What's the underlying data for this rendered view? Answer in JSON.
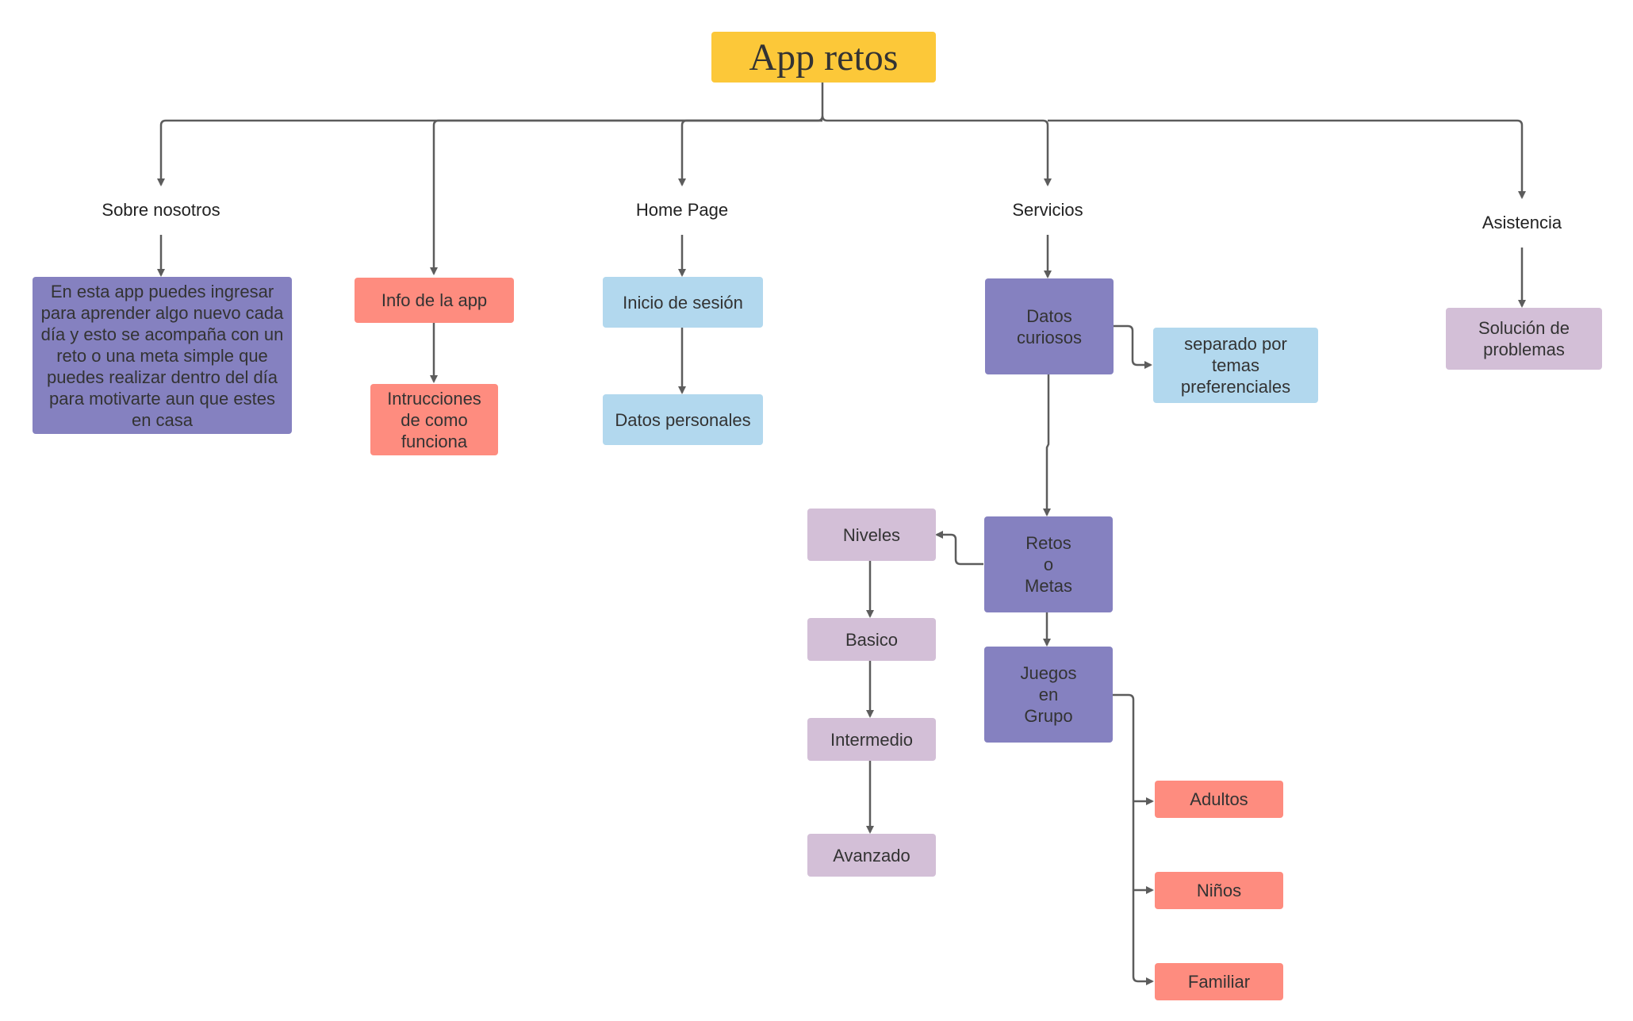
{
  "title": "App retos",
  "colors": {
    "title": "#fcc839",
    "purple": "#8581c0",
    "salmon": "#fe8c7f",
    "light_blue": "#b2d8ee",
    "lilac": "#d3bfd7",
    "connector": "#5c5c5c"
  },
  "nodes": {
    "sobre_nosotros": "Sobre nosotros",
    "home_page": "Home Page",
    "servicios": "Servicios",
    "asistencia": "Asistencia",
    "sobre_desc": "En esta app puedes ingresar para aprender algo nuevo cada día y esto se acompaña con un reto o una meta simple que puedes realizar dentro del día para motivarte aun que estes en casa",
    "info_app": "Info de la app",
    "intrucciones": "Intrucciones\nde como\nfunciona",
    "inicio_sesion": "Inicio de sesión",
    "datos_personales": "Datos personales",
    "datos_curiosos": "Datos\ncuriosos",
    "separado": "separado por\ntemas\npreferenciales",
    "solucion": "Solución de\nproblemas",
    "retos_metas": "Retos\no\nMetas",
    "niveles": "Niveles",
    "basico": "Basico",
    "intermedio": "Intermedio",
    "avanzado": "Avanzado",
    "juegos_grupo": "Juegos\nen\nGrupo",
    "adultos": "Adultos",
    "ninos": "Niños",
    "familiar": "Familiar"
  }
}
